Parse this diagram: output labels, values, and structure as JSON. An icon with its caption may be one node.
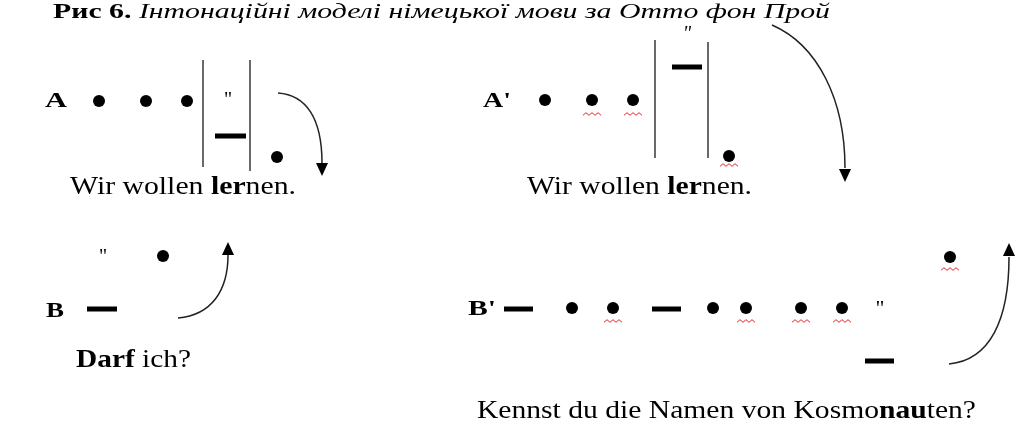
{
  "diagram": {
    "title": "**Рис 6.** *Інтонаційні моделі німецької мови за Отто фон Прой*",
    "labels": [
      "A",
      "\"",
      "Wir wollen **ler**nen.",
      "\"",
      "A'",
      "Wir wollen **ler**nen.",
      "\"",
      "B",
      "**Darf** ich?",
      "B'",
      "\"",
      "Kennst du die Namen von Kosmo**nau**ten?"
    ]
  }
}
